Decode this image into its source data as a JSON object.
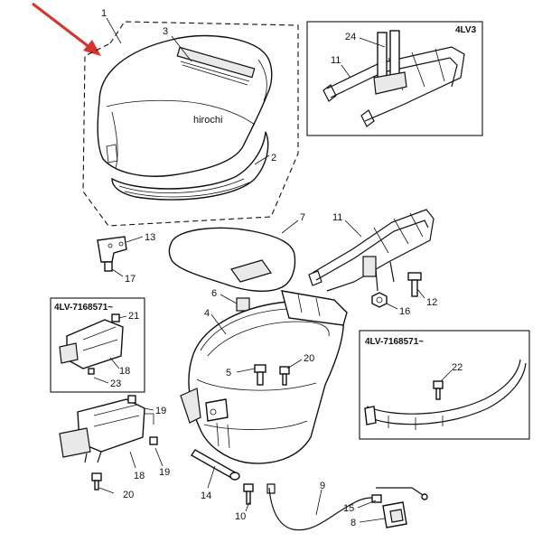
{
  "watermark": "hirochi",
  "inset_labels": {
    "top_right": "4LV3",
    "left": "4LV-7168571~",
    "right": "4LV-7168571~"
  },
  "callouts": [
    "1",
    "2",
    "3",
    "24",
    "11",
    "7",
    "11",
    "13",
    "17",
    "6",
    "4",
    "12",
    "16",
    "21",
    "18",
    "23",
    "5",
    "20",
    "22",
    "19",
    "18",
    "19",
    "20",
    "14",
    "10",
    "9",
    "15",
    "8"
  ],
  "colors": {
    "arrow": "#d9342b",
    "ink": "#111111"
  }
}
